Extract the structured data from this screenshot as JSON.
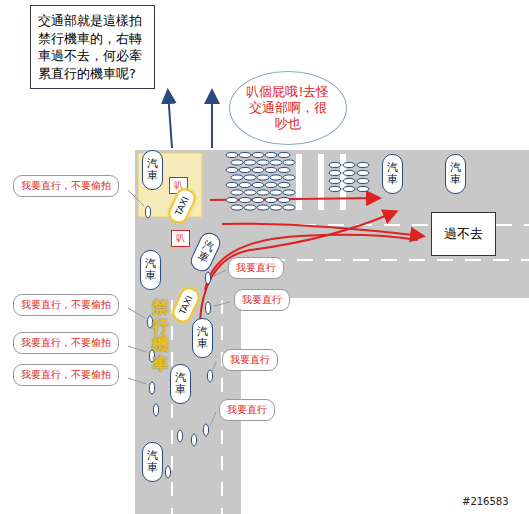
{
  "diagram": {
    "nodes": [
      {
        "text": [
          "交通部就是這樣拍禁行機車的，右轉車過不去，何必牽累直行的機車呢?"
        ]
      },
      {
        "text": [
          "叭個屁哦!去怪交通部啊，很吵也"
        ]
      },
      {
        "text": [
          "汽車"
        ]
      },
      {
        "text": [
          "叭"
        ]
      },
      {
        "text": [
          "TAXI"
        ]
      },
      {
        "text": [
          "汽車"
        ]
      },
      {
        "text": [
          "汽車"
        ]
      },
      {
        "text": [
          "我要直行，不要偷拍"
        ]
      },
      {
        "text": [
          "過不去"
        ]
      },
      {
        "text": [
          "叭"
        ]
      },
      {
        "text": [
          "汽車"
        ]
      },
      {
        "text": [
          "汽車"
        ]
      },
      {
        "text": [
          "我要直行"
        ]
      },
      {
        "text": [
          "我要直行"
        ]
      },
      {
        "text": [
          "TAXI"
        ]
      },
      {
        "text": [
          "我要直行，不要偷拍"
        ]
      },
      {
        "text": [
          "汽車"
        ]
      },
      {
        "text": [
          "我要直行，不要偷拍"
        ]
      },
      {
        "text": [
          "我要直行"
        ]
      },
      {
        "text": [
          "汽車"
        ]
      },
      {
        "text": [
          "我要直行，不要偷拍"
        ]
      },
      {
        "text": [
          "我要直行"
        ]
      },
      {
        "text": [
          "汽車"
        ]
      }
    ],
    "labels": [
      "禁行機車",
      "#216583"
    ]
  }
}
